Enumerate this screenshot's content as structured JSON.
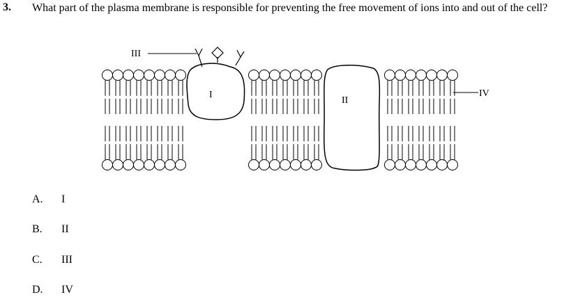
{
  "question": {
    "number": "3.",
    "text": "What part of the plasma membrane is responsible for preventing the free movement of ions into and out of the cell?"
  },
  "figure": {
    "labels": {
      "one": "I",
      "two": "II",
      "three": "III",
      "four": "IV"
    }
  },
  "options": [
    {
      "letter": "A.",
      "text": "I"
    },
    {
      "letter": "B.",
      "text": "II"
    },
    {
      "letter": "C.",
      "text": "III"
    },
    {
      "letter": "D.",
      "text": "IV"
    }
  ]
}
